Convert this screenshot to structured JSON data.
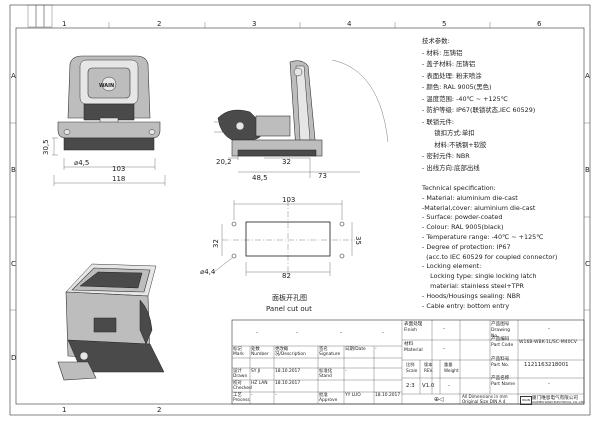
{
  "grid": {
    "columns": [
      "1",
      "2",
      "3",
      "4",
      "5",
      "6"
    ],
    "rows": [
      "A",
      "B",
      "C",
      "D"
    ]
  },
  "dimensions": {
    "front_height": "30,5",
    "front_hole": "⌀4,5",
    "front_inner_width": "103",
    "front_outer_width": "118",
    "side_20_2": "20,2",
    "side_32": "32",
    "side_48_5": "48,5",
    "side_73": "73",
    "cutout_103": "103",
    "cutout_32": "32",
    "cutout_35": "35",
    "cutout_82": "82",
    "cutout_hole": "⌀4,4"
  },
  "cutout_label_cn": "面板开孔图",
  "cutout_label_en": "Panel cut out",
  "tech_cn": [
    "技术参数:",
    "- 材料: 压铸铝",
    "- 盖子材料: 压铸铝",
    "- 表面处理: 粉末喷涂",
    "- 颜色: RAL 9005(黑色)",
    "- 温度范围: -40℃ ~ +125℃",
    "- 防护等级: IP67(联锁状态,IEC 60529)",
    "- 联锁元件:",
    "      锁扣方式:单扣",
    "      材料:不锈钢+软胶",
    "- 密封元件: NBR",
    "- 出线方向:底部出线"
  ],
  "tech_en": [
    "Technical specification:",
    "- Material: aluminium die-cast",
    "-Material,cover: aluminium die-cast",
    "- Surface: powder-coated",
    "- Colour: RAL 9005(black)",
    "- Temperature range: -40℃ ~ +125℃",
    "- Degree of protection: IP67",
    "  (acc.to IEC 60529 for coupled connector)",
    "- Locking element:",
    "    Locking type: single locking latch",
    "    material: stainless steel+TPR",
    "- Hoods/Housings sealing: NBR",
    "- Cable entry: bottom entry"
  ],
  "title_block": {
    "finish_label": "表面处理\nFinish",
    "finish_value": "-",
    "drawing_no_label": "产品图号\nDrawing No.",
    "drawing_no_value": "-",
    "material_label": "材料\nMaterial",
    "material_value": "-",
    "part_code_label": "产品编码\nPart Code",
    "part_code_value": "W16B-WBK-1L/SC-M40CV",
    "part_no_label": "产品料号\nPart No.",
    "part_no_value": "1121163218001",
    "part_name_label": "产品名称\nPart Name",
    "part_name_value": "-",
    "scale_label": "比例\nScale",
    "scale_value": "2:3",
    "rev_label": "版本\nREV.",
    "rev_value": "V1.0",
    "weight_label": "重量\nWeight",
    "weight_value": "-",
    "dims_note": "All Dimensions in mm\nOriginal Size DIN A 4",
    "company_cn": "厦门唯恩电气有限公司",
    "company_en": "XIAMEN WAIN ELECTRICAL CO.,LTD",
    "logo_text": "WAIN",
    "rows": [
      {
        "mark": "标记\nMark",
        "num": "处数\nNumber",
        "desc": "更改概况/Description",
        "sign": "签名\nSignature",
        "date": "日期/Date",
        "extra": "-"
      },
      {
        "mark": "设计\nDrawn",
        "num": "SY  JI",
        "desc": "18.10.2017",
        "sign": "标准化\nStand",
        "date": "-",
        "extra": ""
      },
      {
        "mark": "校对\nChecked",
        "num": "HZ  LAN",
        "desc": "18.10.2017",
        "sign": "",
        "date": "",
        "extra": ""
      },
      {
        "mark": "工艺\nProcess",
        "num": "-",
        "desc": "-",
        "sign": "批准\nApprove",
        "date": "YY  LUO",
        "extra": "18.10.2017"
      }
    ],
    "blank_dashes": [
      "-",
      "-",
      "-",
      "-"
    ]
  }
}
